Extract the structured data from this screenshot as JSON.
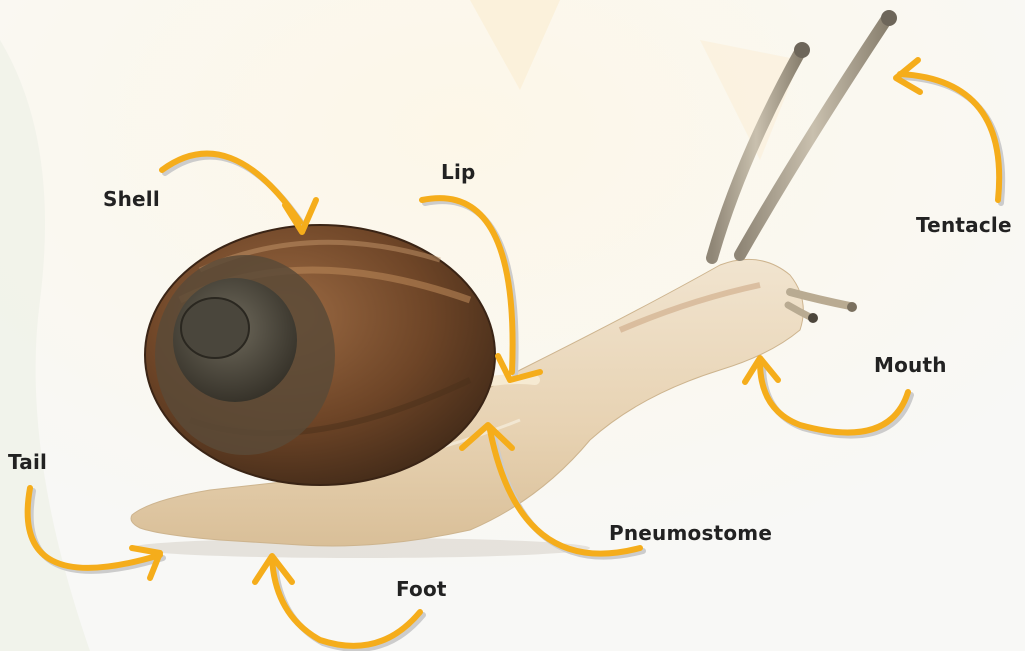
{
  "diagram": {
    "subject": "snail",
    "labels": {
      "shell": "Shell",
      "lip": "Lip",
      "tentacle": "Tentacle",
      "mouth": "Mouth",
      "tail": "Tail",
      "pneumostome": "Pneumostome",
      "foot": "Foot"
    },
    "colors": {
      "arrow": "#f5ad1b",
      "arrow_shadow": "#c8c8c8",
      "body": "#ecdcc4",
      "shell": "#8a5a35",
      "background": "#fbfbf9"
    }
  }
}
